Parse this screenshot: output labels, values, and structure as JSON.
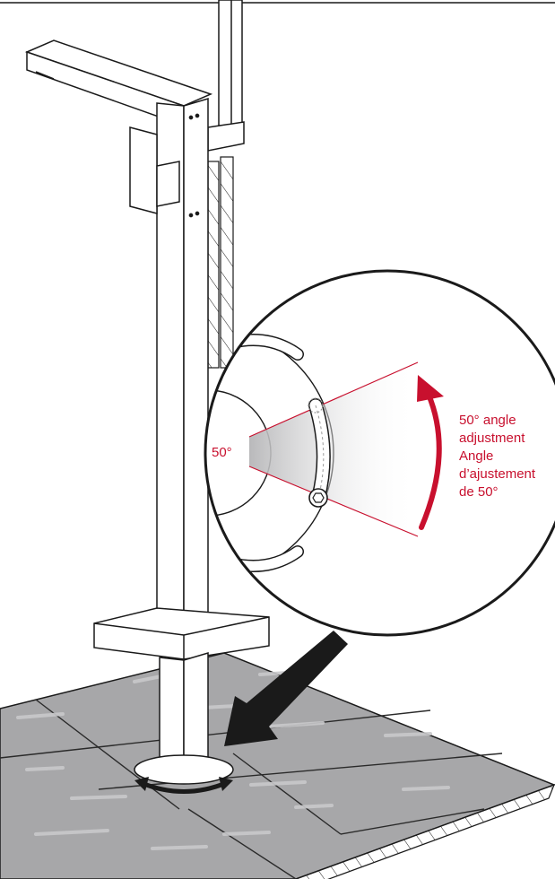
{
  "diagram": {
    "angle_label": "50°",
    "callout": {
      "lines": [
        "50° angle",
        "adjustment",
        "Angle",
        "d’ajustement",
        "de 50°"
      ]
    },
    "icons": {
      "detail_pointer": "big-arrow-icon",
      "rotation_indicator": "double-arrow-rotation-icon",
      "angle_arrow": "curved-arrow-icon"
    },
    "colors": {
      "accent": "#c8102e",
      "outline": "#1a1a1a",
      "floor": "#a7a7a9",
      "floor_line": "#c9c9cb"
    }
  }
}
